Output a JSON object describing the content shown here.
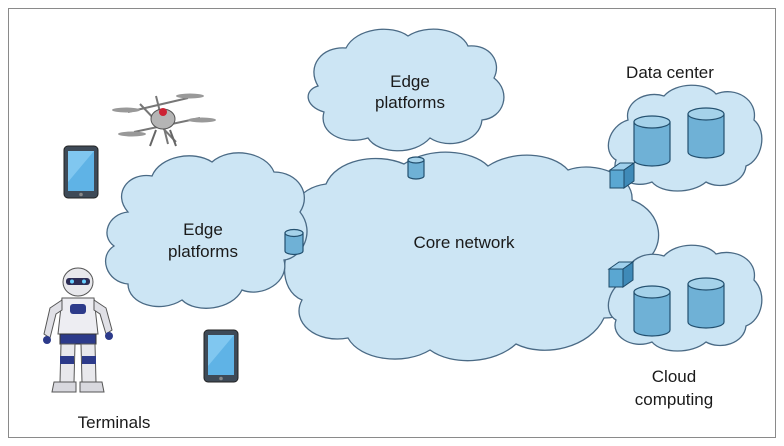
{
  "diagram": {
    "labels": {
      "edge_top": [
        "Edge",
        "platforms"
      ],
      "edge_left": [
        "Edge",
        "platforms"
      ],
      "core": "Core network",
      "data_center": "Data center",
      "cloud_computing": [
        "Cloud",
        "computing"
      ],
      "terminals": "Terminals"
    },
    "icons": [
      "drone-icon",
      "tablet-icon",
      "robot-icon",
      "tablet-icon",
      "database-icon",
      "server-cube-icon"
    ]
  },
  "colors": {
    "cloud_fill": "#cce5f4",
    "cloud_stroke": "#4a6a85",
    "database_fill": "#6fb1d6",
    "border": "#7a7a7a"
  }
}
